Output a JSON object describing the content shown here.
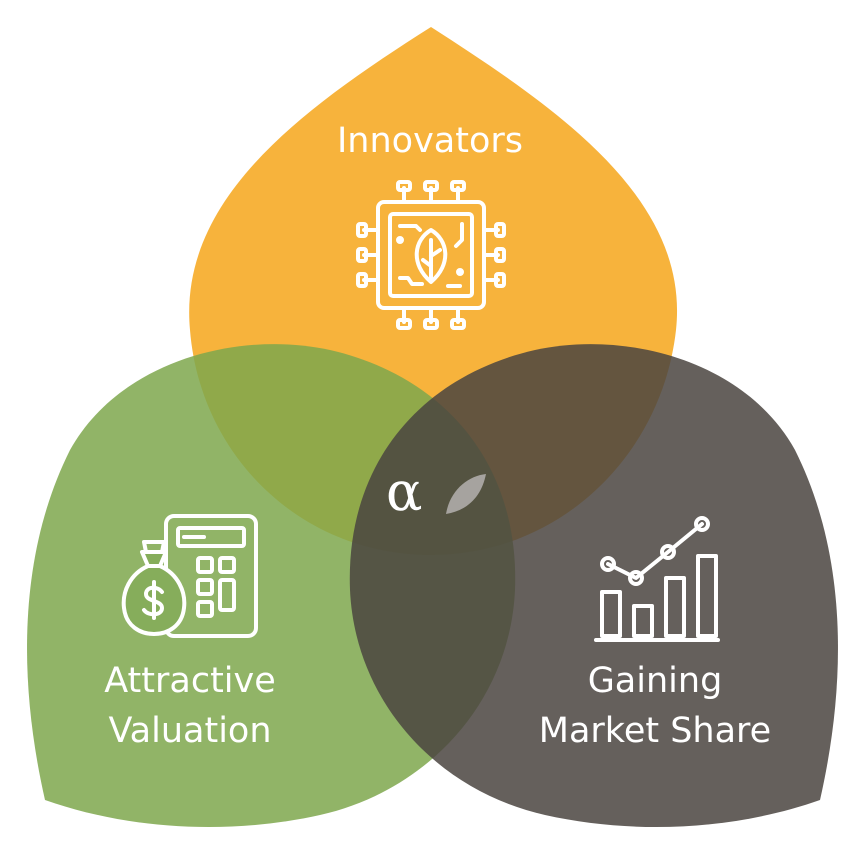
{
  "colors": {
    "innovators": "#f6ac2b",
    "valuation": "#86ad5b",
    "market_share": "#5a5450",
    "text": "#ffffff",
    "logo_leaf": "#a6a39f"
  },
  "sets": {
    "innovators": {
      "label": "Innovators",
      "icon": "microchip-leaf-icon"
    },
    "valuation": {
      "label_line1": "Attractive",
      "label_line2": "Valuation",
      "icon": "money-bag-calculator-icon"
    },
    "market_share": {
      "label_line1": "Gaining",
      "label_line2": "Market Share",
      "icon": "growth-bar-chart-icon"
    }
  },
  "center": {
    "logo_text": "α",
    "icon": "leaf-icon"
  }
}
